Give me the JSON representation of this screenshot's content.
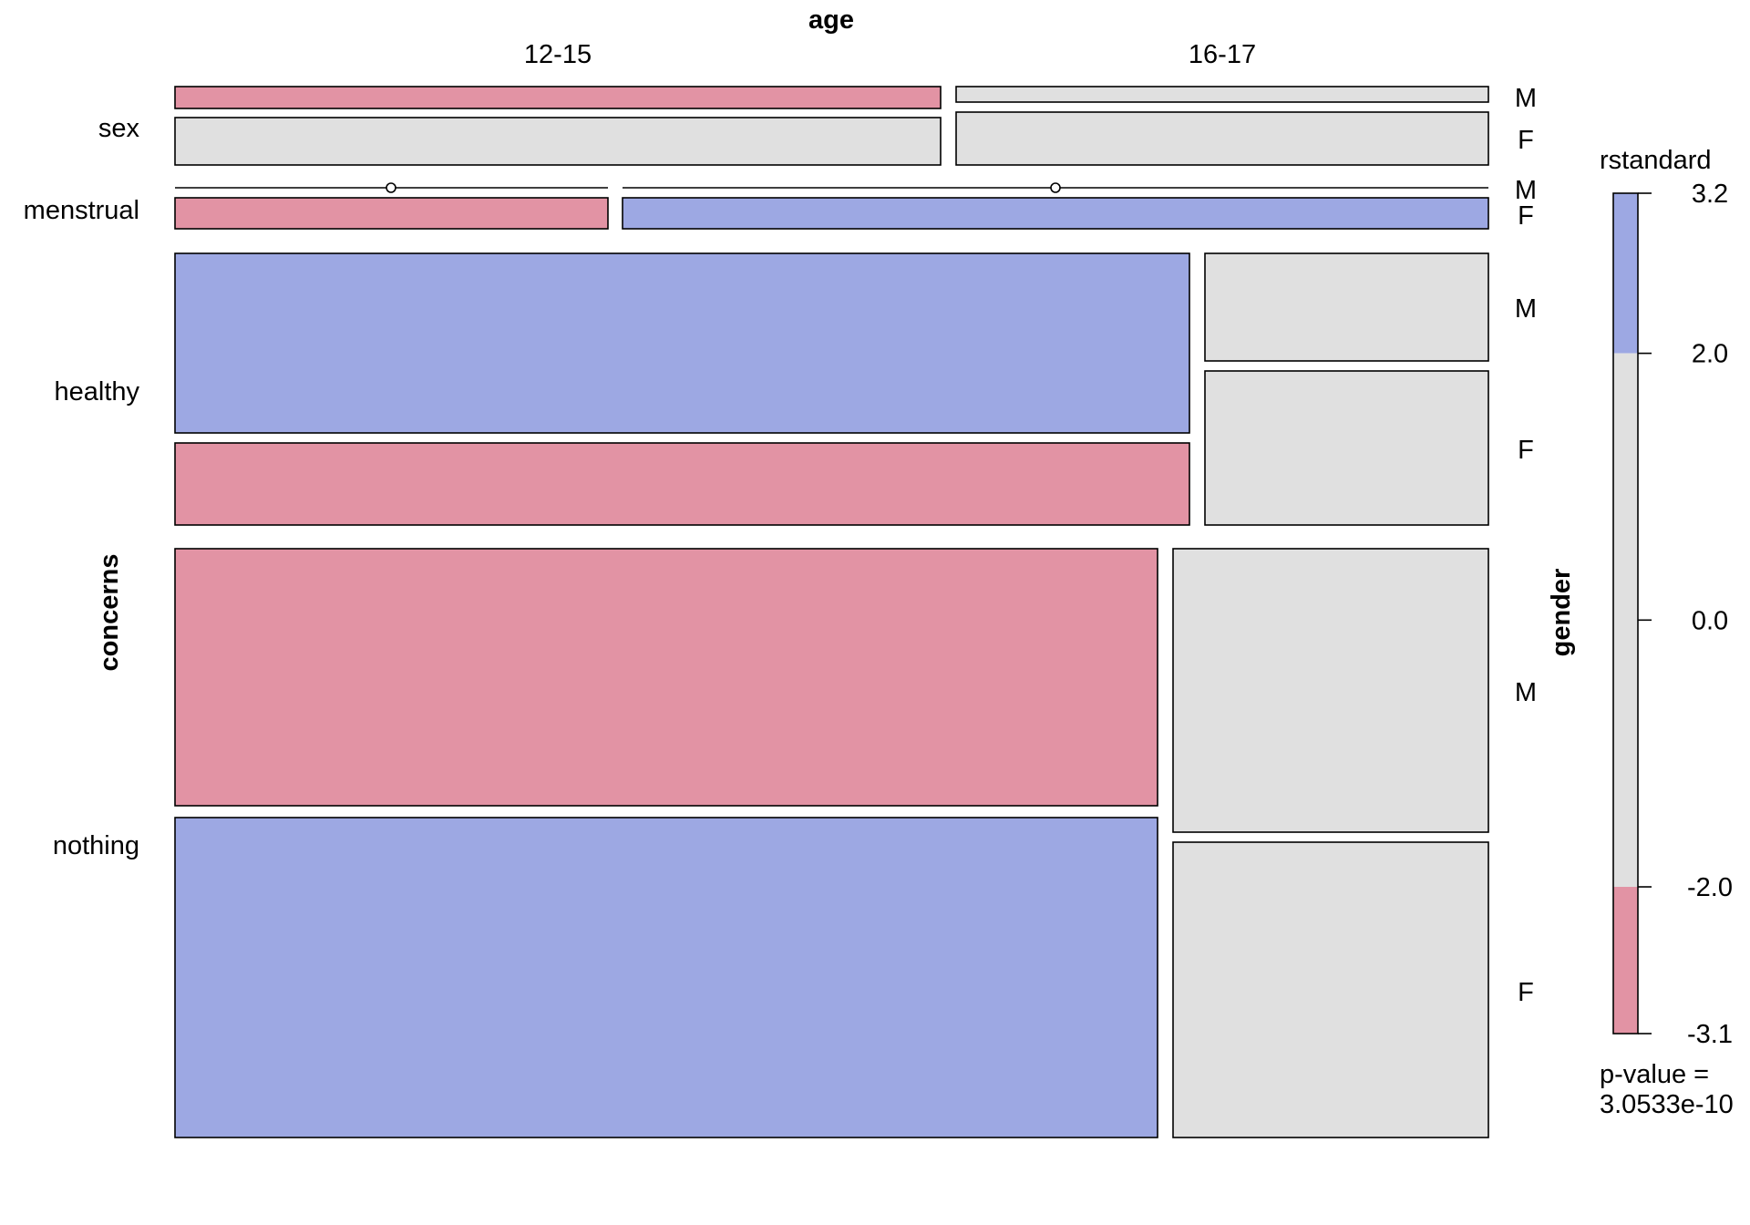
{
  "chart_data": {
    "type": "mosaic",
    "row_variable": "concerns",
    "column_variable": "age",
    "split_variable": "gender",
    "column_levels": [
      "12-15",
      "16-17"
    ],
    "row_levels": [
      "sex",
      "menstrual",
      "healthy",
      "nothing"
    ],
    "gender_levels": [
      "M",
      "F"
    ],
    "cells": [
      {
        "concern": "sex",
        "age": "12-15",
        "gender": "M",
        "residual_band": "neg"
      },
      {
        "concern": "sex",
        "age": "12-15",
        "gender": "F",
        "residual_band": "neutral"
      },
      {
        "concern": "sex",
        "age": "16-17",
        "gender": "M",
        "residual_band": "neutral"
      },
      {
        "concern": "sex",
        "age": "16-17",
        "gender": "F",
        "residual_band": "neutral"
      },
      {
        "concern": "menstrual",
        "age": "12-15",
        "gender": "M",
        "residual_band": "empty"
      },
      {
        "concern": "menstrual",
        "age": "12-15",
        "gender": "F",
        "residual_band": "neg"
      },
      {
        "concern": "menstrual",
        "age": "16-17",
        "gender": "M",
        "residual_band": "empty"
      },
      {
        "concern": "menstrual",
        "age": "16-17",
        "gender": "F",
        "residual_band": "pos"
      },
      {
        "concern": "healthy",
        "age": "12-15",
        "gender": "M",
        "residual_band": "pos"
      },
      {
        "concern": "healthy",
        "age": "12-15",
        "gender": "F",
        "residual_band": "neg"
      },
      {
        "concern": "healthy",
        "age": "16-17",
        "gender": "M",
        "residual_band": "neutral"
      },
      {
        "concern": "healthy",
        "age": "16-17",
        "gender": "F",
        "residual_band": "neutral"
      },
      {
        "concern": "nothing",
        "age": "12-15",
        "gender": "M",
        "residual_band": "neg"
      },
      {
        "concern": "nothing",
        "age": "12-15",
        "gender": "F",
        "residual_band": "pos"
      },
      {
        "concern": "nothing",
        "age": "16-17",
        "gender": "M",
        "residual_band": "neutral"
      },
      {
        "concern": "nothing",
        "age": "16-17",
        "gender": "F",
        "residual_band": "neutral"
      }
    ],
    "legend": {
      "title": "rstandard",
      "min": -3.1,
      "max": 3.2,
      "ticks": [
        3.2,
        2.0,
        0.0,
        -2.0,
        -3.1
      ],
      "tick_labels": [
        "3.2",
        "2.0",
        "0.0",
        "-2.0",
        "-3.1"
      ],
      "bands": [
        {
          "from": 2.0,
          "to": 3.2,
          "color": "#9da8e3"
        },
        {
          "from": -2.0,
          "to": 2.0,
          "color": "#e0e0e0"
        },
        {
          "from": -3.1,
          "to": -2.0,
          "color": "#e293a4"
        }
      ],
      "pvalue_label": "p-value =",
      "pvalue": "3.0533e-10"
    },
    "colors": {
      "pos": "#9da8e3",
      "neutral": "#e0e0e0",
      "neg": "#e293a4"
    }
  }
}
